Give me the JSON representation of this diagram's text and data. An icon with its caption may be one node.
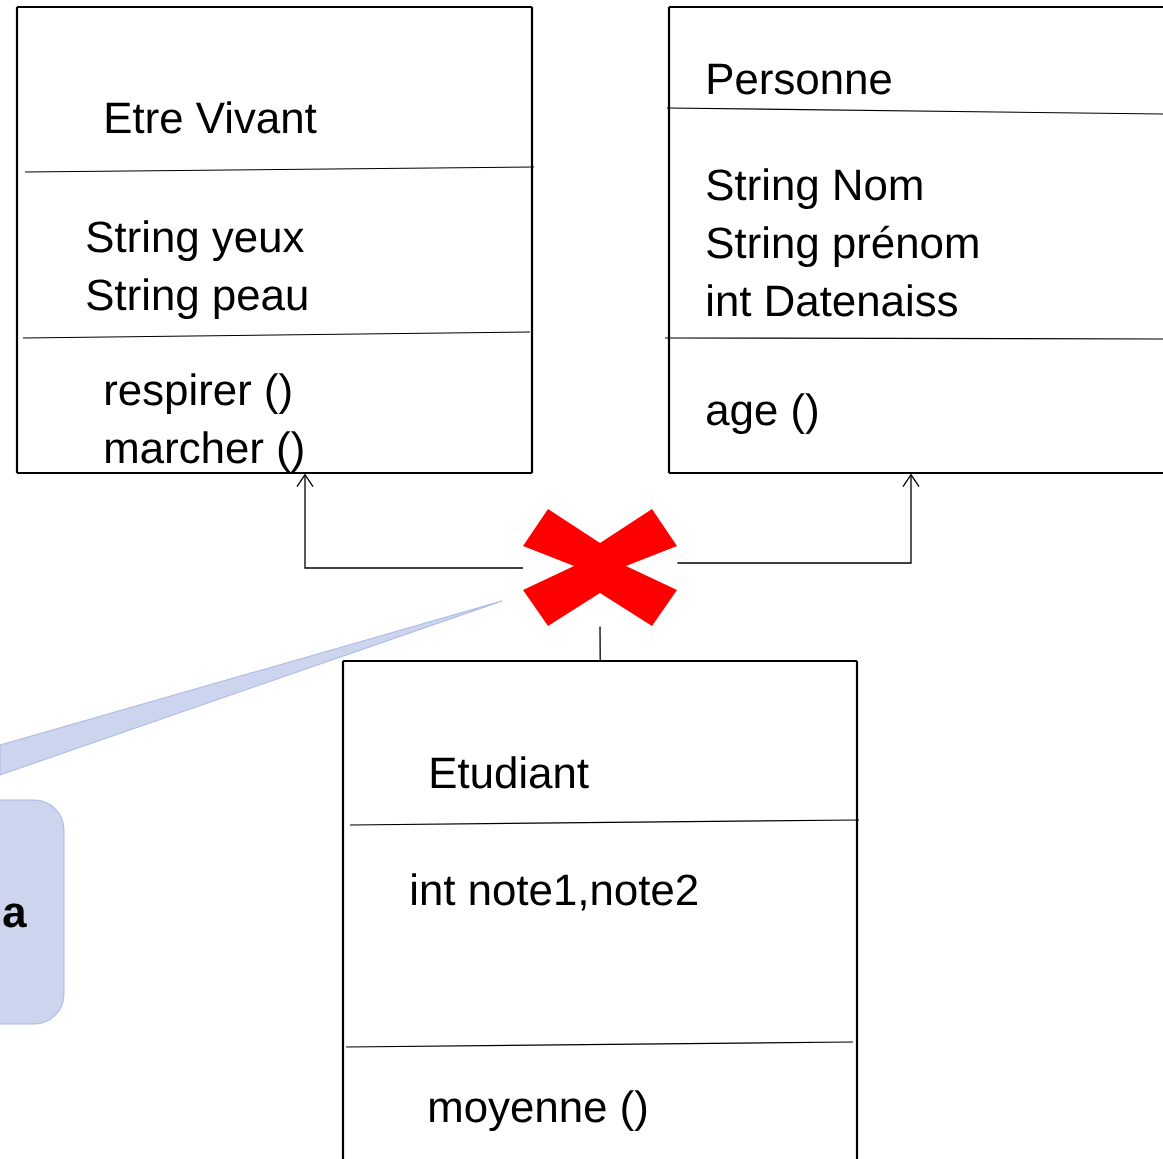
{
  "diagram": {
    "nodes": [
      {
        "text": [
          "Etre Vivant",
          "String yeux",
          "String peau",
          "respirer ()",
          "marcher ()"
        ]
      },
      {
        "text": [
          "Personne",
          "String Nom",
          "String prénom",
          "int Datenaiss",
          "age ()"
        ]
      },
      {
        "text": [
          "Etudiant",
          "int note1,note2",
          "moyenne ()"
        ]
      },
      {
        "text": [
          "a"
        ]
      },
      {
        "text": [],
        "shape": "cross"
      }
    ],
    "edges": [
      {
        "from": 2,
        "to": 4,
        "arrow": "none"
      },
      {
        "from": 4,
        "to": 0,
        "arrow": "to"
      },
      {
        "from": 4,
        "to": 1,
        "arrow": "to"
      }
    ]
  }
}
